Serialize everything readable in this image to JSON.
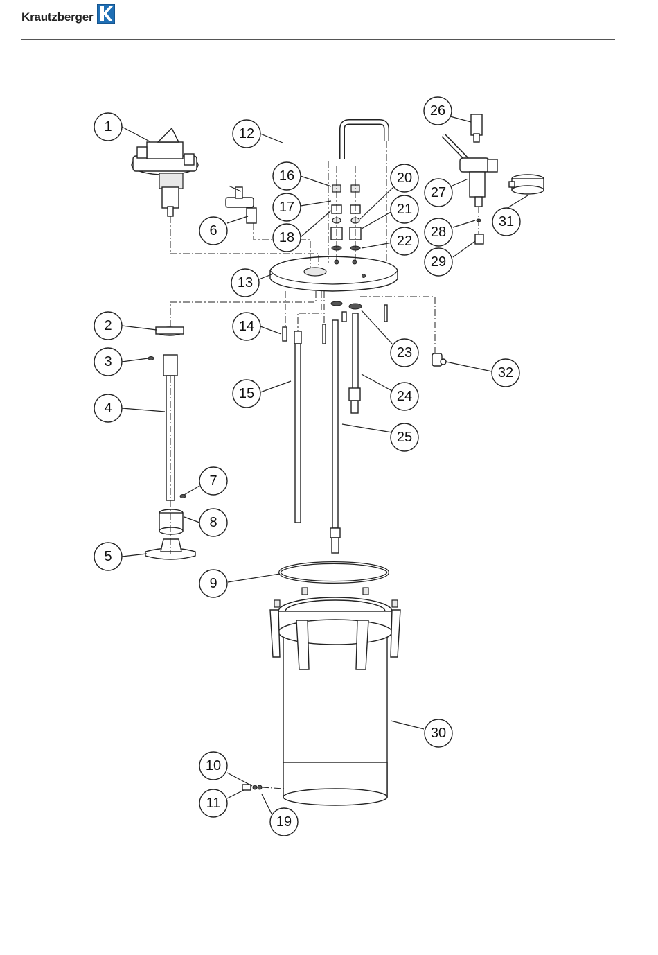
{
  "brand": {
    "name": "Krautzberger",
    "logo_letter": "K",
    "logo_color": "#1f6fb5"
  },
  "callouts": [
    "1",
    "2",
    "3",
    "4",
    "5",
    "6",
    "7",
    "8",
    "9",
    "10",
    "11",
    "12",
    "13",
    "14",
    "15",
    "16",
    "17",
    "18",
    "19",
    "20",
    "21",
    "22",
    "23",
    "24",
    "25",
    "26",
    "27",
    "28",
    "29",
    "30",
    "31",
    "32"
  ]
}
